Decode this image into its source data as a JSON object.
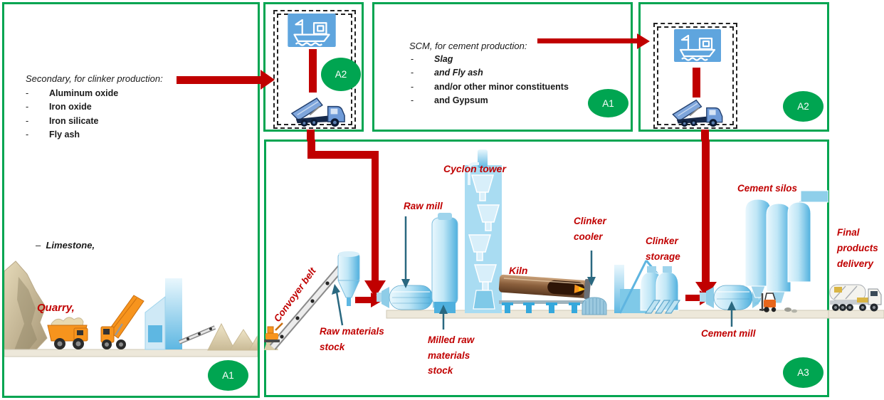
{
  "colors": {
    "frame_green": "#00A551",
    "arrow_red": "#C00000",
    "label_red": "#C00000",
    "pointer_blue": "#2A6880",
    "equipment_blue": "#5EB7E2",
    "icon_blue": "#5FA5DE",
    "truck_orange": "#F7941D",
    "kiln_brown": "#8A5F3C"
  },
  "badges": {
    "quarry_panel": "A1",
    "secondary_import": "A2",
    "scm_panel": "A1",
    "scm_import": "A2",
    "plant": "A3"
  },
  "secondary_panel": {
    "title": "Secondary, for clinker production:",
    "bullet": "-",
    "items": [
      "Aluminum oxide",
      "Iron oxide",
      "Iron silicate",
      "Fly ash"
    ]
  },
  "quarry_panel": {
    "dash": "–",
    "limestone": "Limestone,",
    "quarry": "Quarry,"
  },
  "scm_panel": {
    "title": "SCM, for cement production:",
    "bullet": "-",
    "items": [
      "Slag",
      "and Fly ash",
      "and/or other minor constituents",
      "and Gypsum"
    ]
  },
  "plant": {
    "labels": {
      "conveyor": "Convoyer belt",
      "raw_materials_stock": "Raw materials stock",
      "raw_mill": "Raw mill",
      "cyclon_tower": "Cyclon tower",
      "milled_raw_materials_stock": "Milled raw materials stock",
      "kiln": "Kiln",
      "clinker_cooler": "Clinker cooler",
      "clinker_storage": "Clinker storage",
      "cement_mill": "Cement mill",
      "cement_silos": "Cement silos"
    }
  },
  "outside": {
    "final_products_delivery": "Final products delivery"
  },
  "icons": {
    "ship": "ship-icon",
    "dump_truck": "dump-truck-icon",
    "haul_truck": "haul-truck-icon",
    "forklift": "forklift-icon",
    "tanker_truck": "tanker-truck-icon"
  }
}
